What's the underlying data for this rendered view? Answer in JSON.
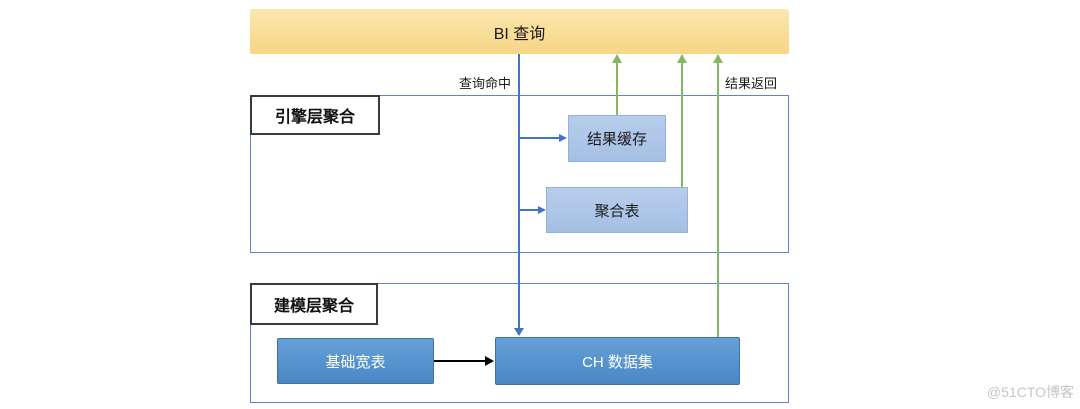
{
  "diagram": {
    "bi_bar": {
      "label": "BI 查询"
    },
    "edge_labels": {
      "query_hit": "查询命中",
      "result_return": "结果返回"
    },
    "engine_layer": {
      "title": "引擎层聚合",
      "nodes": {
        "result_cache": "结果缓存",
        "agg_table": "聚合表"
      }
    },
    "modeling_layer": {
      "title": "建模层聚合",
      "nodes": {
        "base_wide_table": "基础宽表",
        "ch_dataset": "CH 数据集"
      }
    }
  },
  "watermark": "@51CTO博客",
  "colors": {
    "bi_bar_fill": "#F7DC95",
    "light_node_fill": "#ADC5E7",
    "dark_node_fill": "#5391CC",
    "container_border": "#5B85C8",
    "label_border": "#3A3A3A",
    "blue_connector": "#4472C4",
    "green_connector": "#83B862",
    "black_connector": "#000000",
    "watermark_gray": "#C6C6C6"
  }
}
